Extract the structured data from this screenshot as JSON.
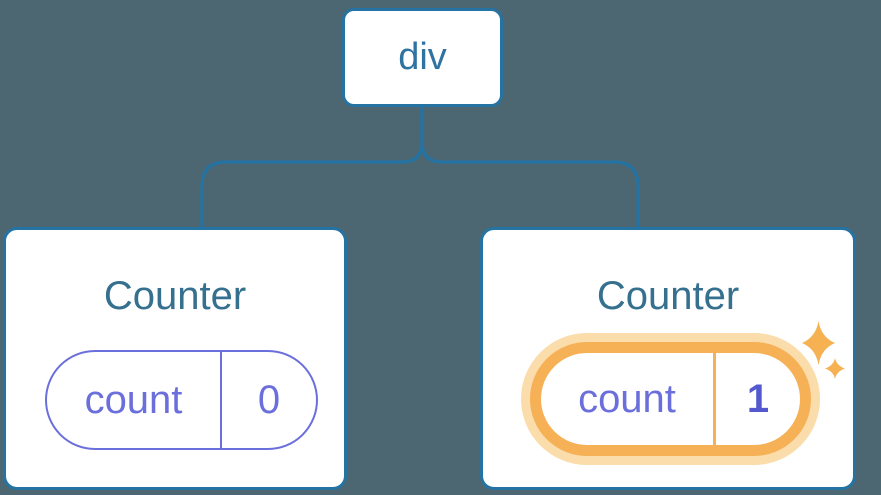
{
  "tree": {
    "root": {
      "label": "div"
    },
    "children": [
      {
        "title": "Counter",
        "state_key": "count",
        "state_value": "0",
        "highlighted": false
      },
      {
        "title": "Counter",
        "state_key": "count",
        "state_value": "1",
        "highlighted": true
      }
    ]
  },
  "icons": [
    {
      "name": "sparkle-icon",
      "glyph": "four-point-star",
      "color": "#F5B152"
    }
  ],
  "colors": {
    "background": "#4C6771",
    "connector_blue": "#2573A3",
    "root_label_blue": "#2E73A1",
    "card_title_blue": "#35708F",
    "state_purple": "#6B6FDC",
    "state_value_bold_purple": "#5559CF",
    "highlight_border_orange": "#F6B156",
    "highlight_glow_orange": "#FBDCAB",
    "card_background": "#FFFFFF"
  }
}
